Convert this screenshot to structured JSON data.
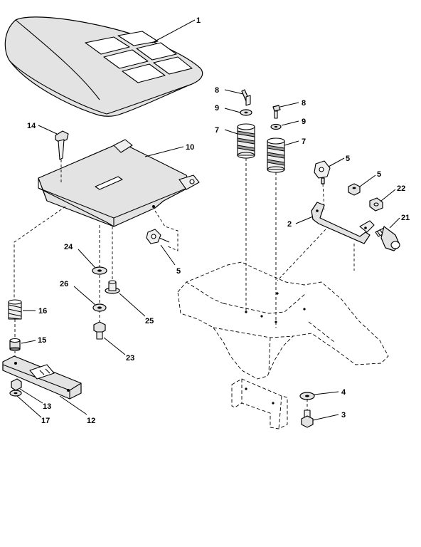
{
  "callouts": {
    "c1": "1",
    "c2": "2",
    "c3": "3",
    "c4": "4",
    "c5a": "5",
    "c5b": "5",
    "c5c": "5",
    "c7a": "7",
    "c7b": "7",
    "c8a": "8",
    "c8b": "8",
    "c9a": "9",
    "c9b": "9",
    "c10": "10",
    "c12": "12",
    "c13": "13",
    "c14": "14",
    "c15": "15",
    "c16": "16",
    "c17": "17",
    "c21": "21",
    "c22": "22",
    "c23": "23",
    "c24": "24",
    "c25": "25",
    "c26": "26"
  }
}
